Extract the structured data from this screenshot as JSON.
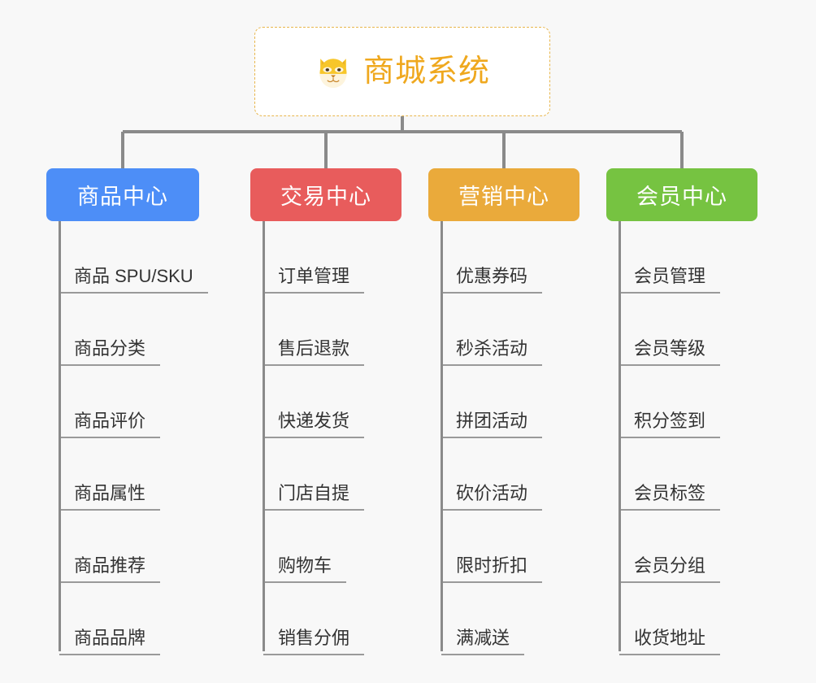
{
  "page": {
    "background_color": "#f8f8f8",
    "type": "mindmap"
  },
  "root": {
    "title": "商城系统",
    "icon": "shiba-dog-face-icon",
    "title_color": "#efa81e",
    "border_color": "#e8b64c",
    "background_color": "#ffffff"
  },
  "connector": {
    "color": "#8a8a8a"
  },
  "branches": [
    {
      "id": "product-center",
      "label": "商品中心",
      "color": "#4d8ef7",
      "leaves": [
        {
          "label": "商品 SPU/SKU"
        },
        {
          "label": "商品分类"
        },
        {
          "label": "商品评价"
        },
        {
          "label": "商品属性"
        },
        {
          "label": "商品推荐"
        },
        {
          "label": "商品品牌"
        }
      ]
    },
    {
      "id": "trade-center",
      "label": "交易中心",
      "color": "#e85c5c",
      "leaves": [
        {
          "label": "订单管理"
        },
        {
          "label": "售后退款"
        },
        {
          "label": "快递发货"
        },
        {
          "label": "门店自提"
        },
        {
          "label": "购物车"
        },
        {
          "label": "销售分佣"
        }
      ]
    },
    {
      "id": "marketing-center",
      "label": "营销中心",
      "color": "#eaaa3b",
      "leaves": [
        {
          "label": "优惠券码"
        },
        {
          "label": "秒杀活动"
        },
        {
          "label": "拼团活动"
        },
        {
          "label": "砍价活动"
        },
        {
          "label": "限时折扣"
        },
        {
          "label": "满减送"
        }
      ]
    },
    {
      "id": "member-center",
      "label": "会员中心",
      "color": "#76c341",
      "leaves": [
        {
          "label": "会员管理"
        },
        {
          "label": "会员等级"
        },
        {
          "label": "积分签到"
        },
        {
          "label": "会员标签"
        },
        {
          "label": "会员分组"
        },
        {
          "label": "收货地址"
        }
      ]
    }
  ]
}
